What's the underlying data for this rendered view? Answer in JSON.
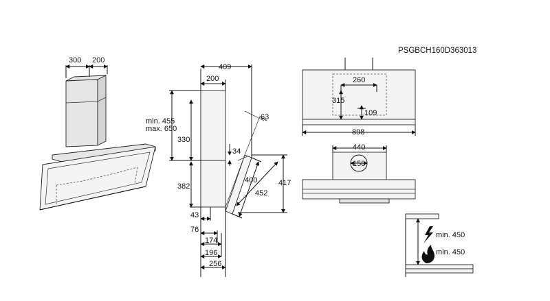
{
  "product_code": "PSGBCH160D363013",
  "view_iso": {
    "width": "300",
    "depth": "200"
  },
  "view_side": {
    "total_depth": "409",
    "chimney_depth": "200",
    "chimney_height_min": "min. 455",
    "chimney_height_max": "max. 650",
    "chimney_height": "330",
    "body_height": "382",
    "angle": "63",
    "gap": "34",
    "panel_length": "400",
    "panel_diag": "452",
    "overall_height": "417",
    "off_43": "43",
    "off_76": "76",
    "off_174": "174",
    "off_196": "196",
    "off_256": "256"
  },
  "view_front": {
    "bracket_width": "260",
    "bracket_height": "315",
    "bracket_offset": "109",
    "overall_width": "898"
  },
  "view_top": {
    "duct_width": "440",
    "duct_diameter": "150"
  },
  "view_install": {
    "electric_clearance": "min. 450",
    "gas_clearance": "min. 450",
    "electric_icon": "lightning-icon",
    "gas_icon": "flame-icon"
  }
}
